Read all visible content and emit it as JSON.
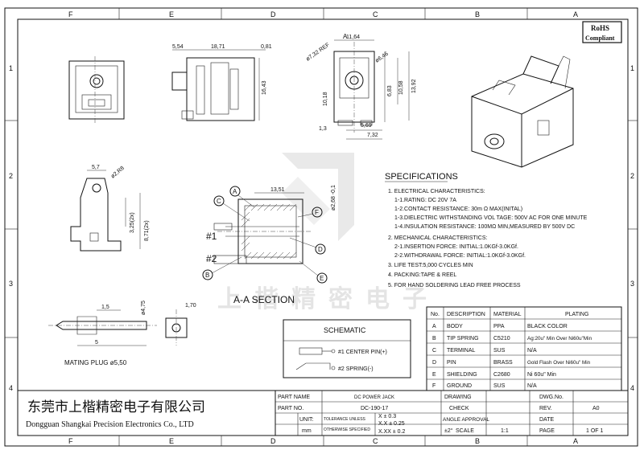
{
  "frame": {
    "col_labels": [
      "F",
      "E",
      "D",
      "C",
      "B",
      "A"
    ],
    "row_labels": [
      "1",
      "2",
      "3",
      "4"
    ]
  },
  "rohs": {
    "line1": "RoHS",
    "line2": "Compliant"
  },
  "dimensions": {
    "d554": "5,54",
    "d1871": "18,71",
    "d081": "0,81",
    "d1643": "16,43",
    "d1164": "11,64",
    "d732ref": "ø7,32 REF",
    "d646": "ø6,46",
    "d1018": "10,18",
    "d683": "6,83",
    "d1058": "10,58",
    "d1392": "13,92",
    "d13": "1,3",
    "d569": "5,69",
    "d732": "7,32",
    "d57": "5,7",
    "d2r8": "ø2,R8",
    "d325": "3,25(2x)",
    "d871": "8,71(2x)",
    "d1351": "13,51",
    "d268": "ø2,68 -0,1",
    "d15": "1,5",
    "d475": "ø4,75",
    "d5": "5",
    "d170": "1,70",
    "mating_plug": "MATING PLUG ø5,50"
  },
  "callouts": {
    "A": "A",
    "B": "B",
    "C": "C",
    "D": "D",
    "E": "E",
    "F": "F",
    "pin1": "#1",
    "pin2": "#2",
    "aa_marker": "A"
  },
  "section_label": "A-A SECTION",
  "specifications": {
    "title": "SPECIFICATIONS",
    "lines": [
      "1. ELECTRICAL CHARACTERISTICS:",
      "1-1.RATING: DC 20V 7A",
      "1-2.CONTACT RESISTANCE: 30m Ω MAX(INITAL)",
      "1-3.DIELECTRIC WITHSTANDING VOL TAGE: 500V AC FOR ONE MINUTE",
      "1-4.INSULATION RESISTANCE: 100MΩ  MIN,MEASURED BY 500V DC",
      "2. MECHANICAL CHARACTERISTICS:",
      "2-1.INSERTION FORCE: INITIAL:1.0KGf-3.0KGf.",
      "2-2.WITHDRAWAL FORCE: INITIAL:1.0KGf-3.0KGf.",
      "3. LIFE TEST:5,000 CYCLES MIN",
      "4. PACKING:TAPE & REEL",
      "5. FOR HAND SOLDERING LEAD FREE PROCESS"
    ]
  },
  "schematic": {
    "title": "SCHEMATIC",
    "pin1": "#1 CENTER PIN(+)",
    "pin2": "#2 SPRING(-)"
  },
  "bom": {
    "headers": [
      "No.",
      "DESCRIPTION",
      "MATERIAL",
      "PLATING"
    ],
    "rows": [
      [
        "A",
        "BODY",
        "PPA",
        "BLACK COLOR"
      ],
      [
        "B",
        "TIP SPRING",
        "C5210",
        "Ag:20u\" Min Over Ni60u\"Min"
      ],
      [
        "C",
        "TERMINAL",
        "SUS",
        "N/A"
      ],
      [
        "D",
        "PIN",
        "BRASS",
        "Gold Flash Over Ni60u\" Min"
      ],
      [
        "E",
        "SHIELDING",
        "C2680",
        "Ni 60u\" Min"
      ],
      [
        "F",
        "GROUND",
        "SUS",
        "N/A"
      ]
    ]
  },
  "title_block": {
    "company_cn": "东莞市上楷精密电子有限公司",
    "company_en": "Dongguan Shangkai Precision Electronics Co., LTD",
    "part_name_label": "PART NAME",
    "part_name": "DC POWER JACK",
    "part_no_label": "PART NO.",
    "part_no": "DC-190-17",
    "unit_label": "UNIT:",
    "unit": "mm",
    "tolerance_1": "TOLERANCE UNLESS",
    "tolerance_2": "OTHERWISE SPECIFIED",
    "tol_x": "X ± 0.3",
    "tol_xx": "X.X ± 0.25",
    "tol_xxx": "X.XX ± 0.2",
    "angle_tol": "±2°",
    "drawing": "DRAWING",
    "check": "CHECK",
    "angle_approval": "ANGLE APPROVAL",
    "scale_label": "SCALE",
    "scale": "1:1",
    "dwg_no": "DWG.No.",
    "rev_label": "REV.",
    "rev": "A0",
    "date": "DATE",
    "page_label": "PAGE",
    "page": "1 OF 1"
  },
  "watermark": "上楷精密电子"
}
